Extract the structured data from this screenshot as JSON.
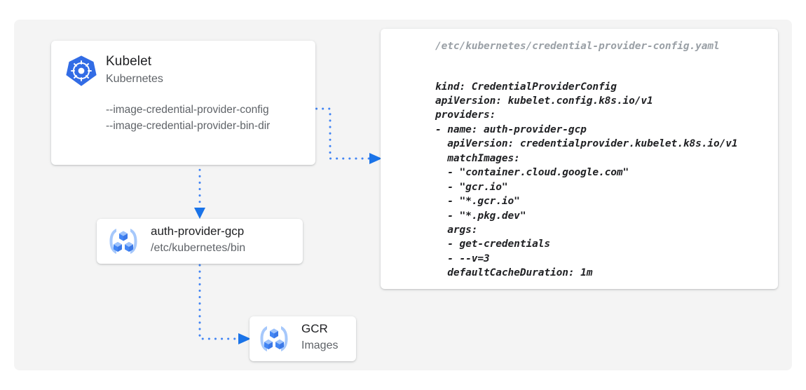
{
  "diagram": {
    "background_color": "#f4f4f4",
    "accent_color": "#4285f4",
    "kubelet_card": {
      "icon": "kubernetes-helm-icon",
      "title": "Kubelet",
      "subtitle": "Kubernetes",
      "flags": [
        "--image-credential-provider-config",
        "--image-credential-provider-bin-dir"
      ]
    },
    "auth_provider_card": {
      "icon": "gcp-container-registry-icon",
      "title": "auth-provider-gcp",
      "subtitle": "/etc/kubernetes/bin"
    },
    "gcr_card": {
      "icon": "gcp-container-registry-icon",
      "title": "GCR",
      "subtitle": "Images"
    },
    "yaml_panel": {
      "path": "/etc/kubernetes/credential-provider-config.yaml",
      "content": "kind: CredentialProviderConfig\napiVersion: kubelet.config.k8s.io/v1\nproviders:\n- name: auth-provider-gcp\n  apiVersion: credentialprovider.kubelet.k8s.io/v1\n  matchImages:\n  - \"container.cloud.google.com\"\n  - \"gcr.io\"\n  - \"*.gcr.io\"\n  - \"*.pkg.dev\"\n  args:\n  - get-credentials\n  - --v=3\n  defaultCacheDuration: 1m"
    },
    "connectors": [
      {
        "name": "kubelet-to-yaml",
        "style": "dotted",
        "arrow": "right"
      },
      {
        "name": "kubelet-to-auth-provider",
        "style": "dotted",
        "arrow": "down"
      },
      {
        "name": "auth-provider-to-gcr",
        "style": "dotted",
        "arrow": "right"
      }
    ]
  }
}
